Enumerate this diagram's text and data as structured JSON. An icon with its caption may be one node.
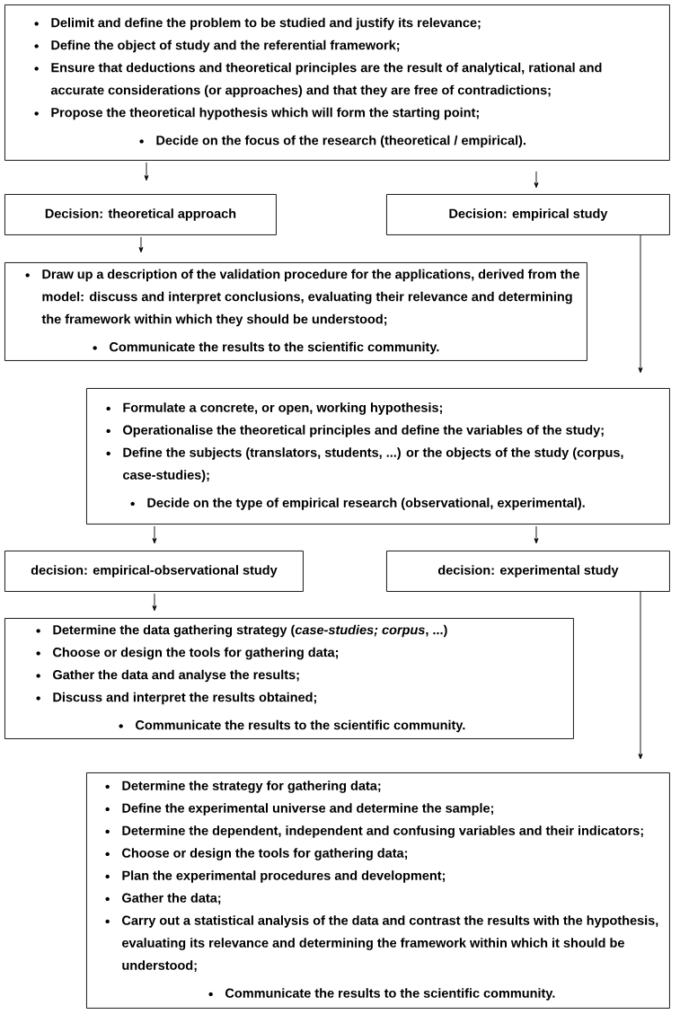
{
  "diagram": {
    "nodes": [
      {
        "text": [
          "Delimit and define the problem to be studied and justify its relevance;",
          "Define the object of study and the referential framework;",
          "Ensure that deductions and theoretical principles are the result of analytical, rational and accurate considerations (or approaches) and that they are free of contradictions;",
          "Propose the theoretical hypothesis which will form the starting point;",
          "Decide on the focus of the research (theoretical / empirical)."
        ]
      },
      {
        "text": [
          "Decision: theoretical approach"
        ]
      },
      {
        "text": [
          "Decision: empirical study"
        ]
      },
      {
        "text": [
          "Draw up a description of the validation procedure for the applications, derived from the model: discuss and interpret conclusions, evaluating their relevance and determining the framework within which they should be understood;",
          "Communicate the results to the scientific community."
        ]
      },
      {
        "text": [
          "Formulate a concrete, or open, working hypothesis;",
          "Operationalise the theoretical principles and define the variables of the study;",
          "Define the subjects (translators, students, ...) or the objects of the study (corpus, case-studies);",
          "Decide on the type of empirical research (observational, experimental)."
        ]
      },
      {
        "text": [
          "decision: empirical-observational study"
        ]
      },
      {
        "text": [
          "decision: experimental study"
        ]
      },
      {
        "text": [
          "Determine the data gathering strategy (*case-studies; corpus*, ...)",
          "Choose or design the tools for gathering data;",
          "Gather the data and analyse the results;",
          "Discuss and interpret the results obtained;",
          "Communicate the results to the scientific community."
        ]
      },
      {
        "text": [
          "Determine the strategy for gathering data;",
          "Define the experimental universe and determine the sample;",
          "Determine the dependent, independent and confusing variables and their indicators;",
          "Choose or design the tools for gathering data;",
          "Plan the experimental procedures and development;",
          "Gather the data;",
          "Carry out a statistical analysis of the data and contrast the results with the hypothesis,  evaluating its relevance and determining the framework within which it should be understood;",
          "Communicate the results to the scientific community."
        ]
      }
    ],
    "edges": [
      {
        "from": 0,
        "to": 1,
        "arrow": "to"
      },
      {
        "from": 0,
        "to": 2,
        "arrow": "to"
      },
      {
        "from": 1,
        "to": 3,
        "arrow": "to"
      },
      {
        "from": 2,
        "to": 4,
        "arrow": "to"
      },
      {
        "from": 4,
        "to": 5,
        "arrow": "to"
      },
      {
        "from": 4,
        "to": 6,
        "arrow": "to"
      },
      {
        "from": 5,
        "to": 7,
        "arrow": "to"
      },
      {
        "from": 6,
        "to": 8,
        "arrow": "to"
      }
    ]
  }
}
